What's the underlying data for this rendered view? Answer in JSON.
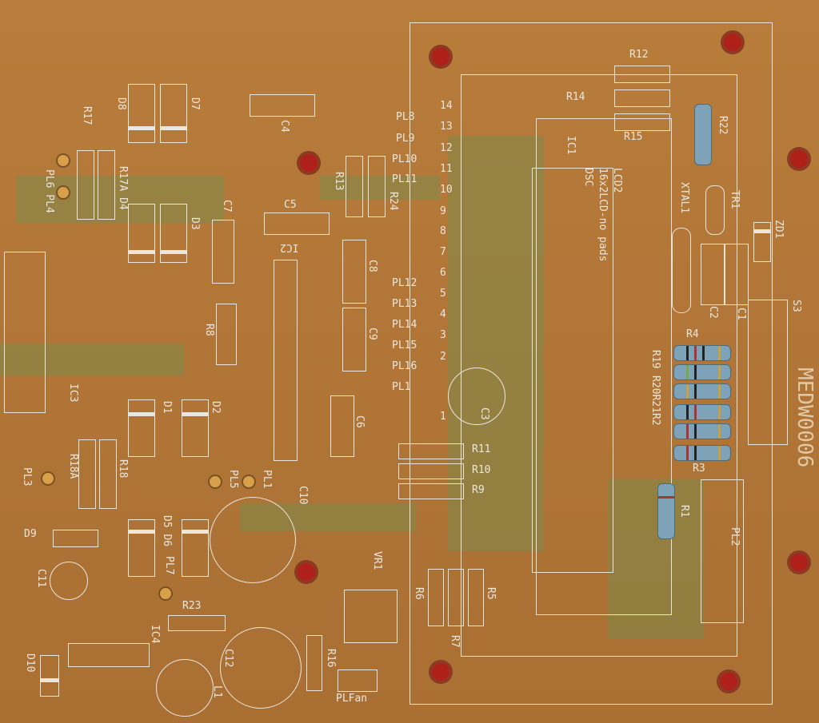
{
  "board_code": "MEDW0006",
  "labels": {
    "r12": "R12",
    "r14": "R14",
    "r15": "R15",
    "r22": "R22",
    "ic1": "IC1",
    "lcd2": "LCD2",
    "lcd_desc": "16x2LCD-no pads",
    "dsc": "DSC",
    "xtal1": "XTAL1",
    "tr1": "TR1",
    "zd1": "ZD1",
    "c2": "C2",
    "c1": "C1",
    "s3": "S3",
    "r4": "R4",
    "r19": "R19",
    "r20": "R20R21R2",
    "r3": "R3",
    "r1": "R1",
    "pl2": "PL2",
    "r11": "R11",
    "r10": "R10",
    "r9": "R9",
    "r6": "R6",
    "r7": "R7",
    "r5": "R5",
    "c3": "C3",
    "vr1": "VR1",
    "r16": "R16",
    "plfan": "PLFan",
    "c12": "C12",
    "l1": "L1",
    "ic4": "IC4",
    "d10": "D10",
    "c11": "C11",
    "d9": "D9",
    "pl3": "PL3",
    "r18a": "R18A",
    "r18": "R18",
    "d1": "D1",
    "d2": "D2",
    "d5d6": "D5 D6",
    "pl7": "PL7",
    "r23": "R23",
    "pl5": "PL5",
    "pl1": "PL1",
    "c10": "C10",
    "ic3": "IC3",
    "pl6pl4": "PL6 PL4",
    "r17": "R17",
    "r17a": "R17A D4",
    "d8": "D8",
    "d7": "D7",
    "d3": "D3",
    "c4": "C4",
    "c7": "C7",
    "c5": "C5",
    "ic2": "IC2",
    "r8": "R8",
    "r13": "R13",
    "r24": "R24",
    "c8": "C8",
    "c9": "C9",
    "c6": "C6"
  },
  "pl_labels": [
    "PL8",
    "PL9",
    "PL10",
    "PL11",
    "PL12",
    "PL13",
    "PL14",
    "PL15",
    "PL16",
    "PL1"
  ],
  "pin_numbers": [
    "14",
    "13",
    "12",
    "11",
    "10",
    "9",
    "8",
    "7",
    "6",
    "5",
    "4",
    "3",
    "2",
    "1"
  ]
}
